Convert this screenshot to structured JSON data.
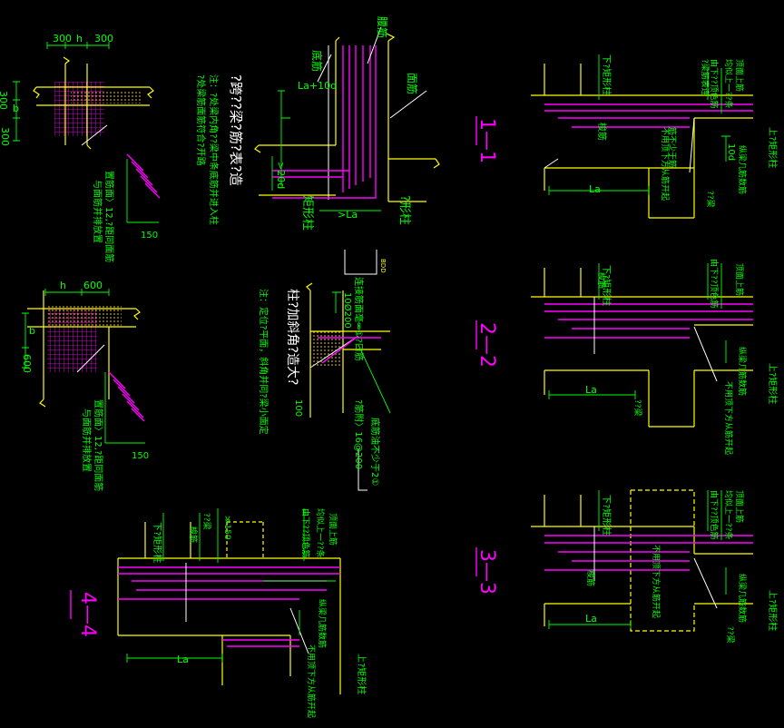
{
  "dims": {
    "d300a": "300",
    "dh": "h",
    "d300b": "300",
    "d300c": "300",
    "db": "b",
    "d300d": "300",
    "dh2": "h",
    "d600a": "600",
    "db2": "b",
    "d600b": "600",
    "d150a": "150",
    "d150b": "150",
    "d100": "100",
    "d800": "800",
    "dla1": "La+10d",
    "d20d": ">20d",
    "dla2": ">La",
    "la_s1": "La",
    "la_s2": "La",
    "la_s3": "La",
    "la_s4": "La",
    "d10d": "10d",
    "dgt150": "≫150"
  },
  "notes": {
    "tl_vert1": "置筋面〉12,?距同面筋",
    "tl_vert2": "与面筋并排放置",
    "ml_vert1": "置筋面〉12,?距同面筋",
    "ml_vert2": "与面筋并排放置",
    "title_top": "?跨??梁?筋?表?造",
    "note_top1": "注：?处梁内角??梁中条底筋并进入柱",
    "note_top2": "?处梁筋面筋符合?开路",
    "lbl_dijin": "底筋",
    "lbl_yaojin": "腰筋",
    "lbl_mianjin": "面筋",
    "lbl_juxing": "矩形柱",
    "lbl_yixing": "?形柱",
    "title_mid": "柱?加斜角?造大?",
    "note_mid": "注：定位?平面，斜角并同?梁小面定",
    "lbl_bar100": "连接筋面毫⚮①?口筋",
    "lbl_stir": "10Ø200",
    "lbl_bend": "底筋油不少于2①",
    "lbl_stir2": "?筋附〉16@200",
    "lbl_bdd": "BDD",
    "lbl_100b": "100"
  },
  "sections": {
    "s1": "1—1",
    "s2": "2—2",
    "s3": "3—3",
    "s4": "4—4"
  },
  "labels_right": {
    "r1_top": "下?矩形柱",
    "r1_a": "顶面上筋",
    "r1_b": "均似上一??条",
    "r1_c": "由下??顶色筋",
    "r1_d": "?梁筋表连",
    "r1_e": "不用顶下方从筋开起",
    "r1_f": "纵梁几筋数筋",
    "r1_g": "筋不少于筋",
    "r1_h": "上?矩形柱",
    "r1_i": "??梁",
    "r1_j": "梭筋",
    "r2_top": "下?矩形柱",
    "r2_a": "顶面上筋",
    "r2_b": "由下??顶色筋",
    "r2_c": "纵梁几筋数筋",
    "r2_d": "不用顶下方从筋开起",
    "r2_e": "上?矩形柱",
    "r2_f": "??梁",
    "r2_g": "梭筋",
    "r3_top": "下?矩形柱",
    "r3_a": "由下??顶色筋",
    "r3_b": "均似上一??条",
    "r3_c": "顶面上筋",
    "r3_d": "不用顶下方从筋开起",
    "r3_e": "纵梁几筋数筋",
    "r3_f": "上?矩形柱",
    "r3_g": "??梁",
    "r3_h": "梭筋",
    "r4_top": "下?矩形柱",
    "r4_a": "??梁",
    "r4_b": "梭筋",
    "r4_c": "由下??顶色筋",
    "r4_d": "均似上一??条",
    "r4_e": "顶面上筋",
    "r4_f": "不用顶下方从筋开起",
    "r4_g": "纵梁几筋数筋",
    "r4_h": "上?矩形柱"
  }
}
